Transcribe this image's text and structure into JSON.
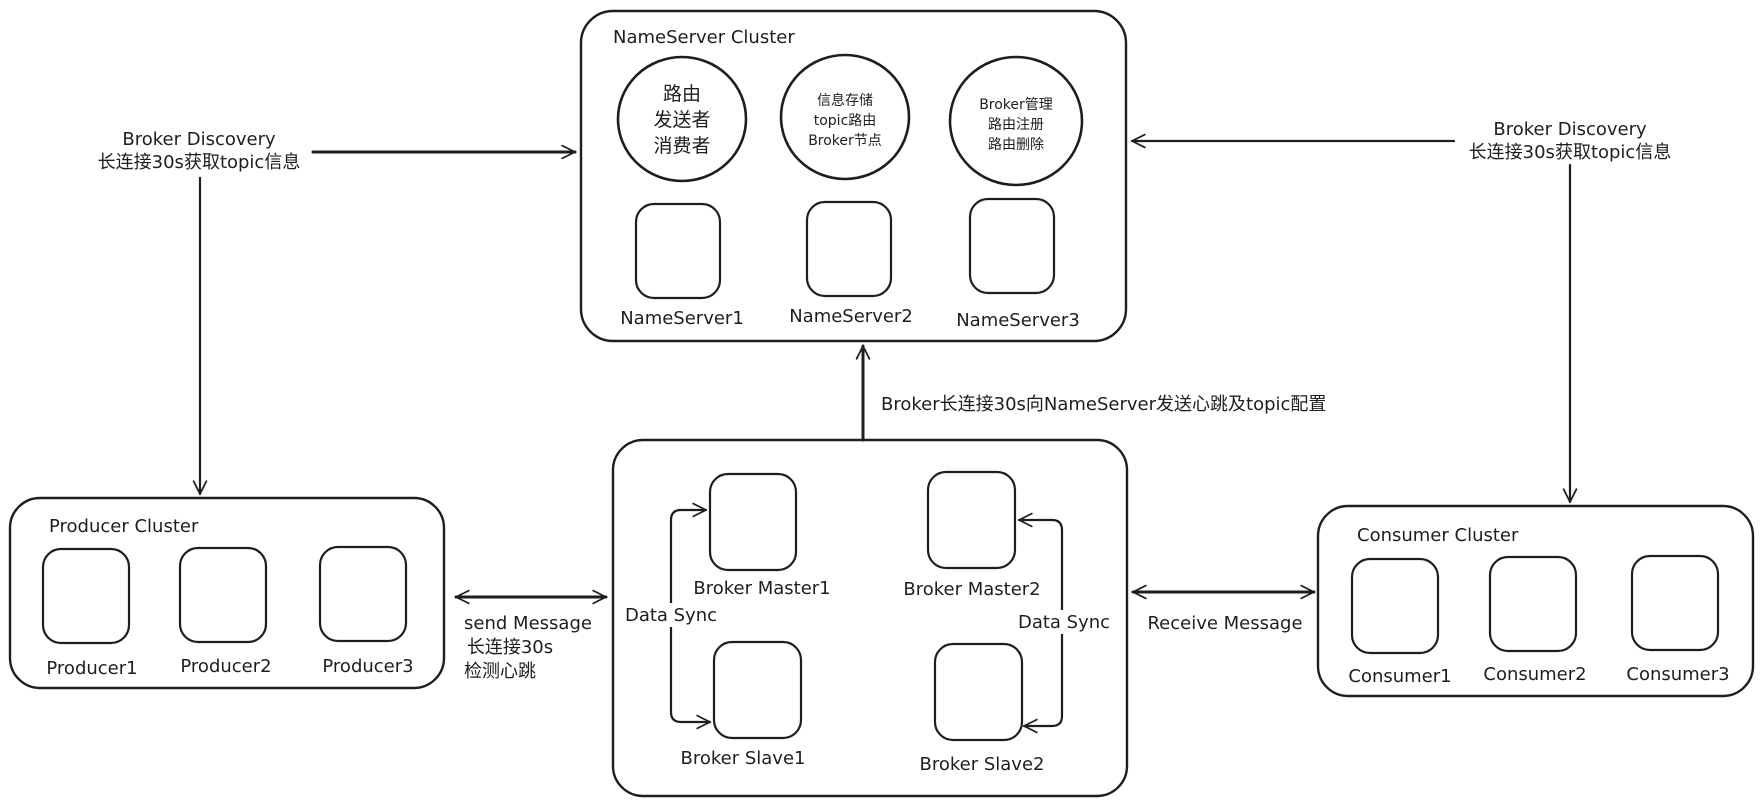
{
  "nameserver_cluster": {
    "title": "NameServer Cluster",
    "functions": [
      {
        "lines": [
          "路由",
          "发送者",
          "消费者"
        ]
      },
      {
        "lines": [
          "信息存储",
          "topic路由",
          "Broker节点"
        ]
      },
      {
        "lines": [
          "Broker管理",
          "路由注册",
          "路由删除"
        ]
      }
    ],
    "nodes": [
      "NameServer1",
      "NameServer2",
      "NameServer3"
    ]
  },
  "producer_cluster": {
    "title": "Producer Cluster",
    "nodes": [
      "Producer1",
      "Producer2",
      "Producer3"
    ]
  },
  "consumer_cluster": {
    "title": "Consumer Cluster",
    "nodes": [
      "Consumer1",
      "Consumer2",
      "Consumer3"
    ]
  },
  "broker_cluster": {
    "masters": [
      "Broker Master1",
      "Broker Master2"
    ],
    "slaves": [
      "Broker Slave1",
      "Broker Slave2"
    ],
    "sync_label_left": "Data Sync",
    "sync_label_right": "Data Sync"
  },
  "edges": {
    "producer_discovery": {
      "line1": "Broker Discovery",
      "line2": "长连接30s获取topic信息"
    },
    "consumer_discovery": {
      "line1": "Broker Discovery",
      "line2": "长连接30s获取topic信息"
    },
    "broker_heartbeat": "Broker长连接30s向NameServer发送心跳及topic配置",
    "send_message": {
      "line1": "send Message",
      "line2": "长连接30s",
      "line3": "检测心跳"
    },
    "receive_message": "Receive Message"
  }
}
